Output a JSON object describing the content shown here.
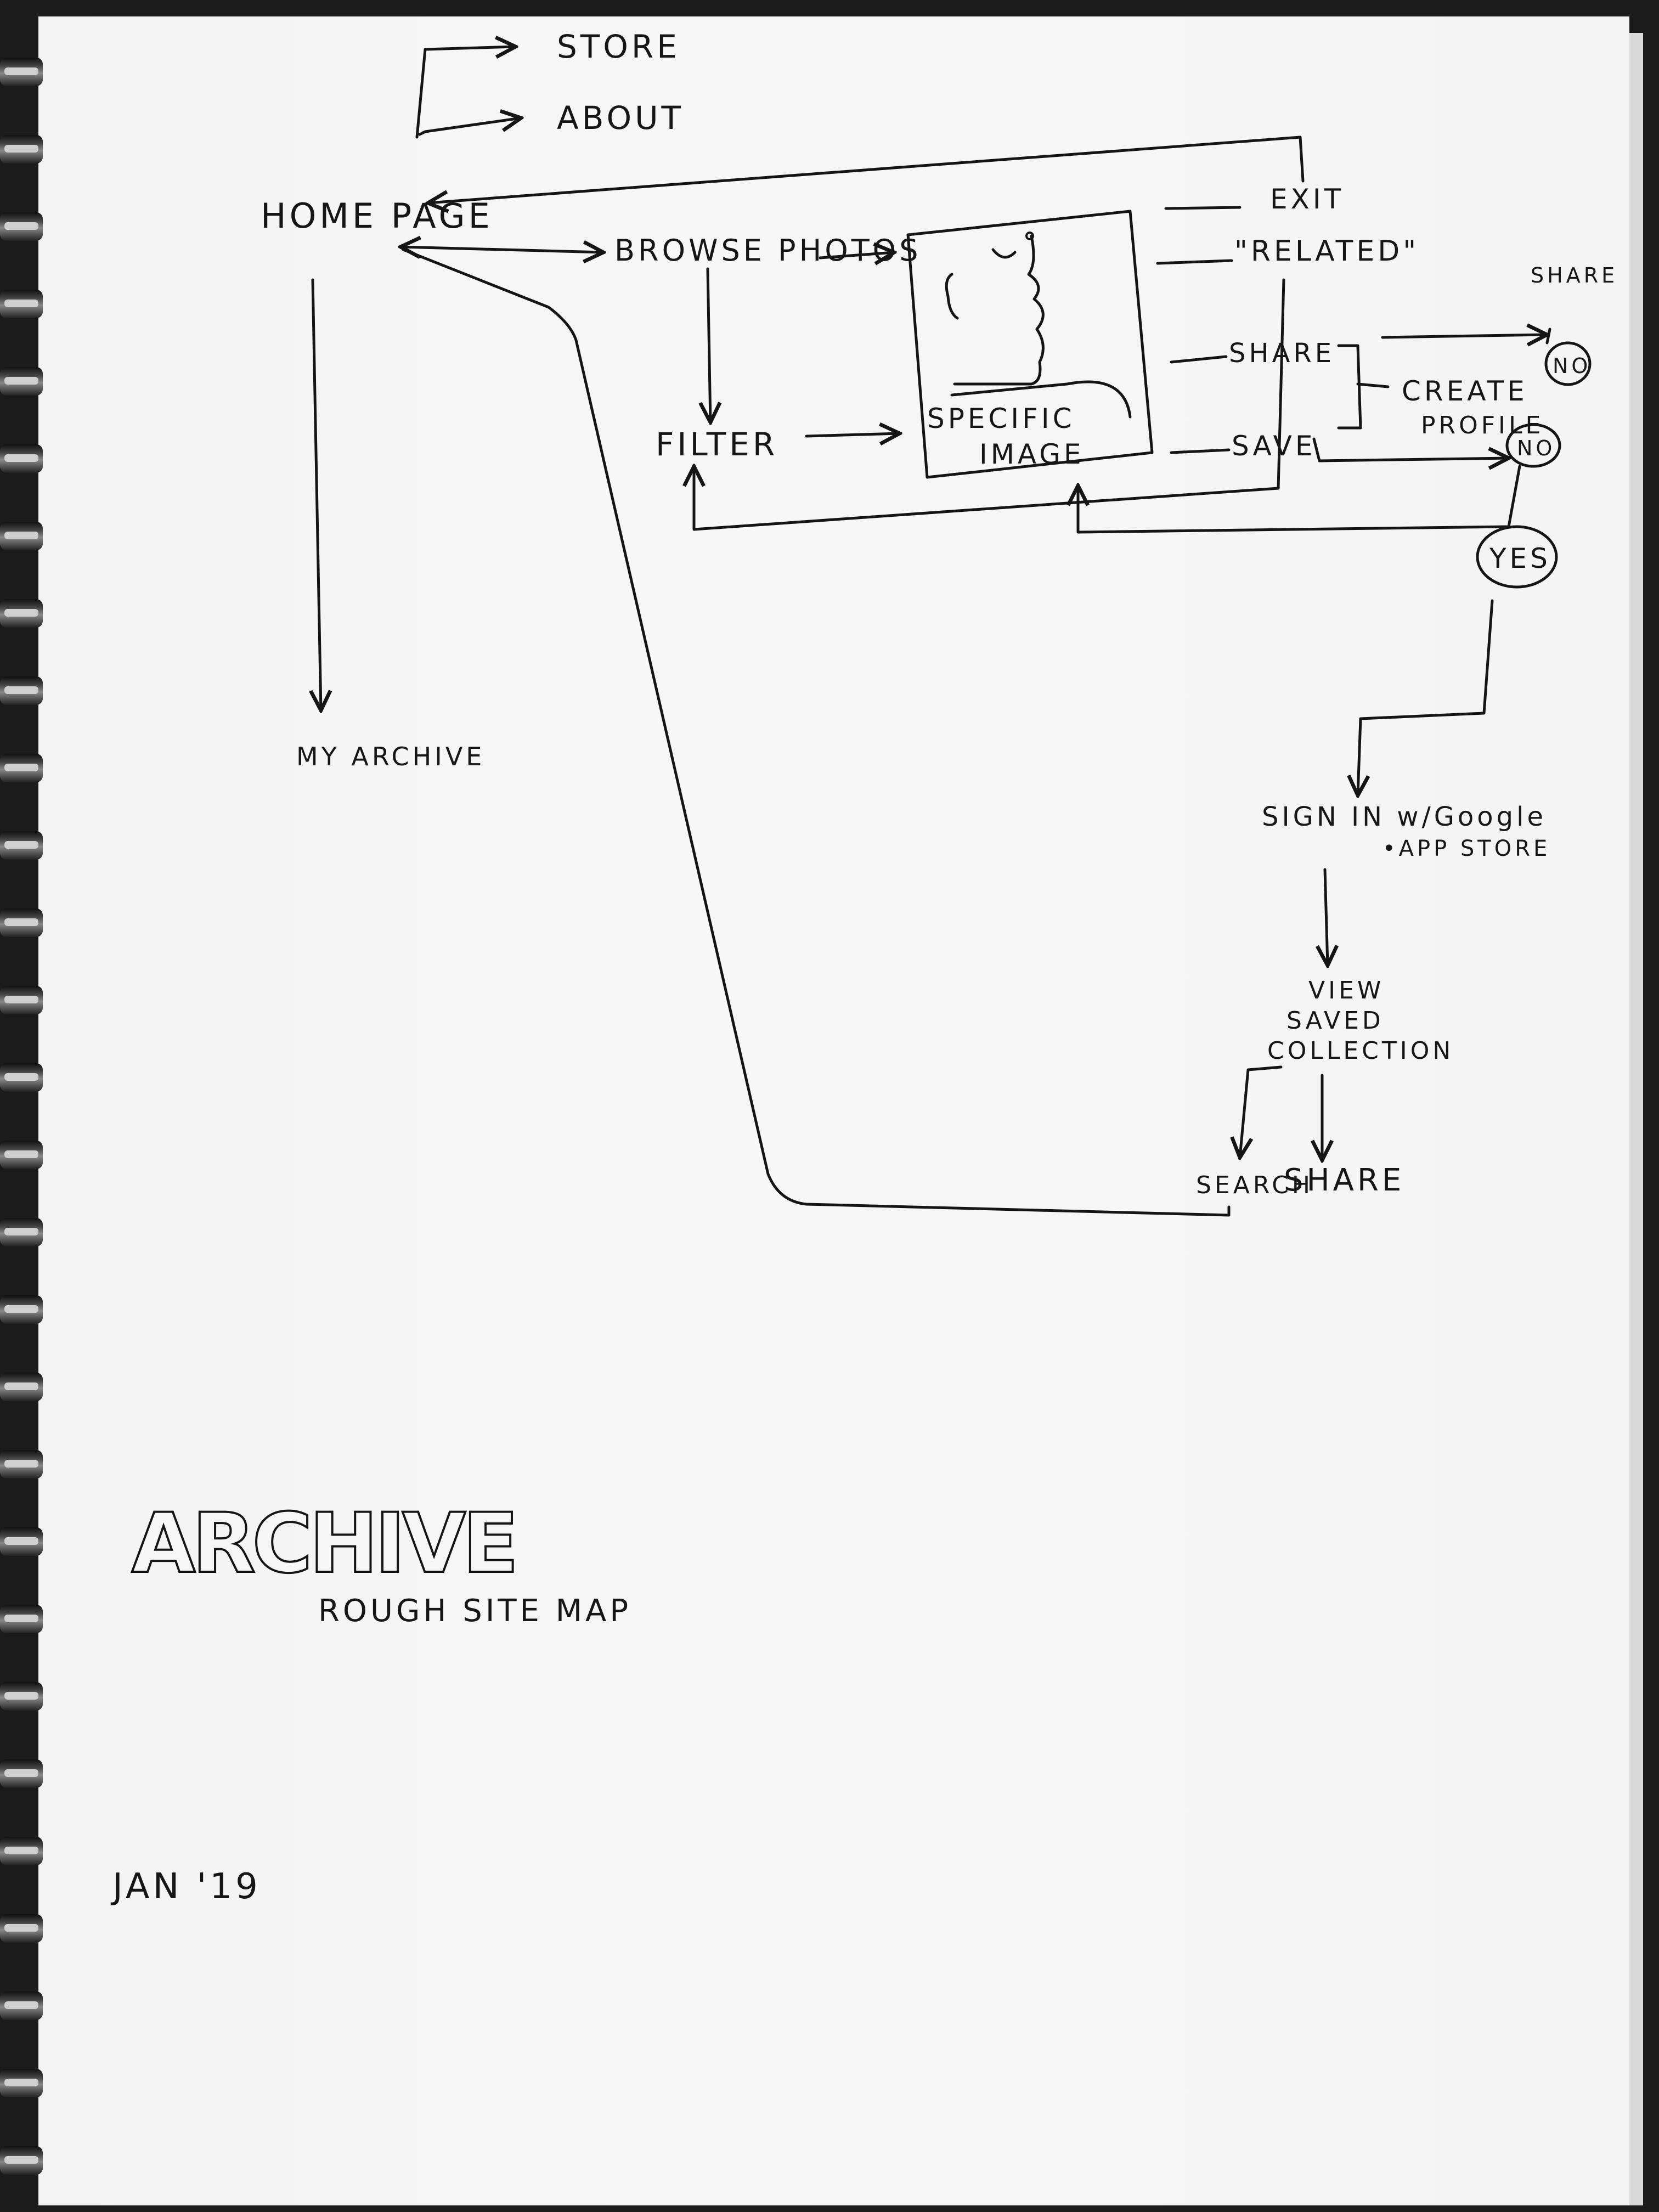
{
  "nodes": {
    "store": "STORE",
    "about": "ABOUT",
    "home_page": "HOME PAGE",
    "browse_photos": "BROWSE PHOTOS",
    "filter": "FILTER",
    "specific_image": [
      "SPECIFIC",
      "IMAGE"
    ],
    "exit": "EXIT",
    "related": "\"RELATED\"",
    "share": "SHARE",
    "save": "SAVE",
    "create_profile": [
      "CREATE",
      "PROFILE"
    ],
    "share_top": "SHARE",
    "no_1": "NO",
    "no_2": "NO",
    "yes": "YES",
    "sign_in_1": "SIGN IN w/Google",
    "sign_in_2": "•APP STORE",
    "view_saved": [
      "VIEW",
      "SAVED",
      "COLLECTION"
    ],
    "search": "SEARCH",
    "share_bottom": "SHARE",
    "my_archive": "MY ARCHIVE"
  },
  "footer": {
    "title": "ARCHIVE",
    "subtitle": "ROUGH SITE MAP",
    "date": "JAN '19"
  }
}
